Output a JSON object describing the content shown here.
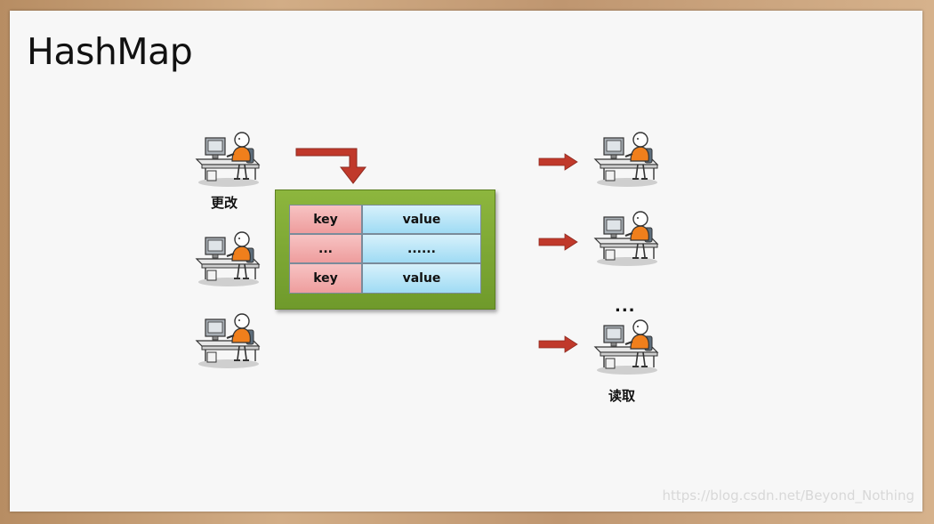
{
  "slide": {
    "title": "HashMap",
    "watermark": "https://blog.csdn.net/Beyond_Nothing"
  },
  "writers": {
    "label": "更改",
    "count": 3
  },
  "readers": {
    "ellipsis": "...",
    "label": "读取",
    "count": 3
  },
  "map_table": {
    "rows": [
      {
        "key": "key",
        "value": "value"
      },
      {
        "key": "...",
        "value": "......"
      },
      {
        "key": "key",
        "value": "value"
      }
    ]
  },
  "colors": {
    "arrow": "#c0392b",
    "box_green": "#7aa634",
    "key_cell": "#f2aeae",
    "value_cell": "#b6e4f7",
    "shirt": "#f07f1c"
  }
}
